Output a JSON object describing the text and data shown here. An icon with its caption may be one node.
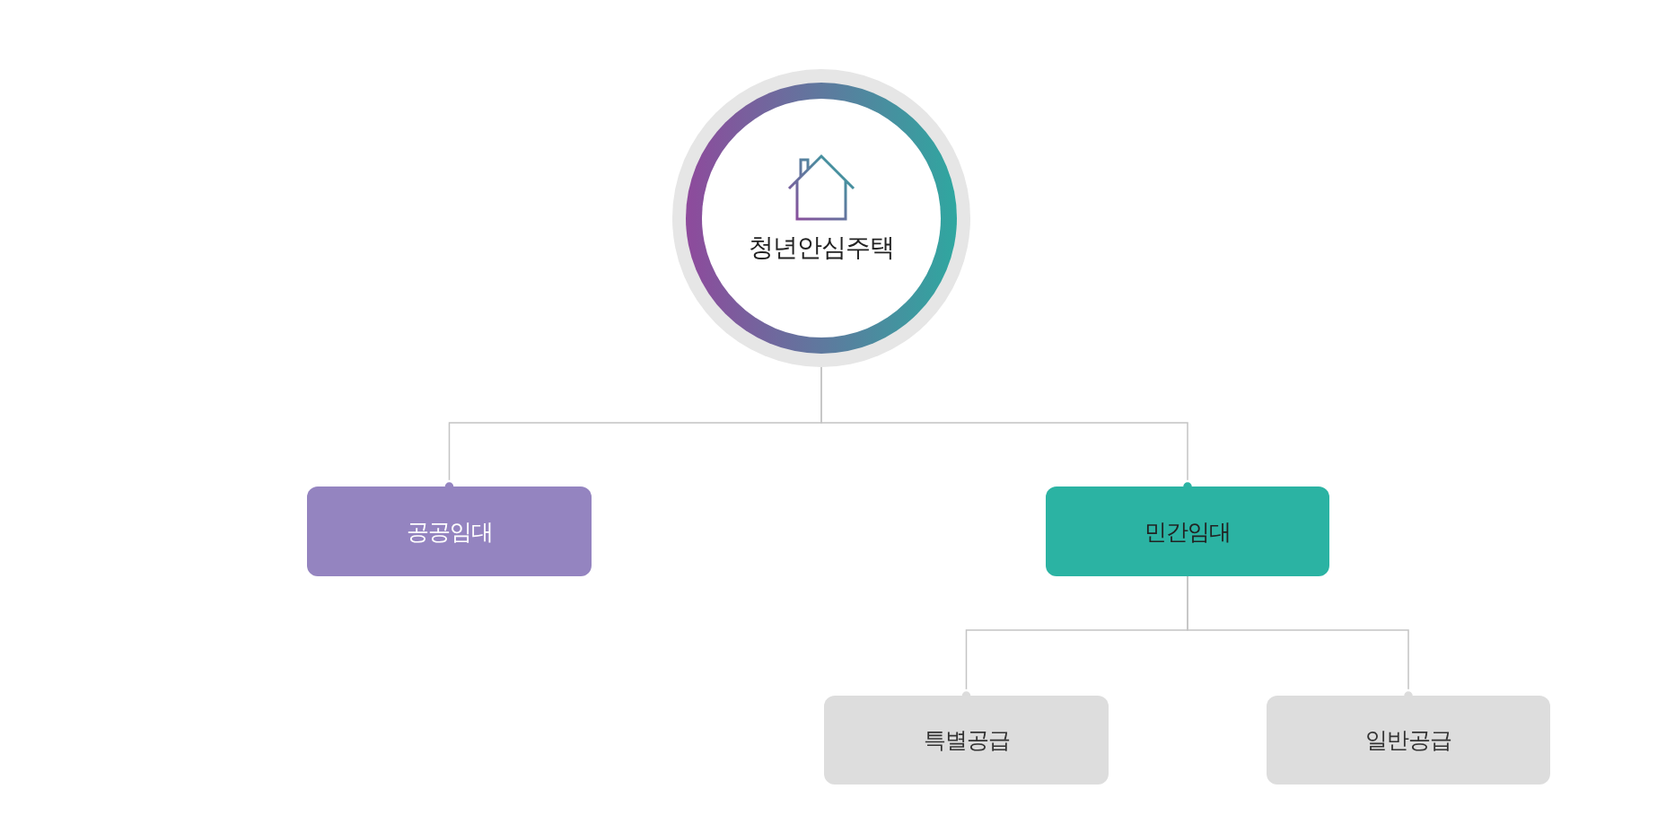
{
  "diagram": {
    "nodes": [
      {
        "text": [
          "청년안심주택"
        ]
      },
      {
        "text": [
          "공공임대"
        ]
      },
      {
        "text": [
          "민간임대"
        ]
      },
      {
        "text": [
          "특별공급"
        ]
      },
      {
        "text": [
          "일반공급"
        ]
      }
    ],
    "edges": [
      {
        "from": 0,
        "to": 1,
        "arrow": "other"
      },
      {
        "from": 0,
        "to": 2,
        "arrow": "other"
      },
      {
        "from": 2,
        "to": 3,
        "arrow": "other"
      },
      {
        "from": 2,
        "to": 4,
        "arrow": "other"
      }
    ]
  }
}
